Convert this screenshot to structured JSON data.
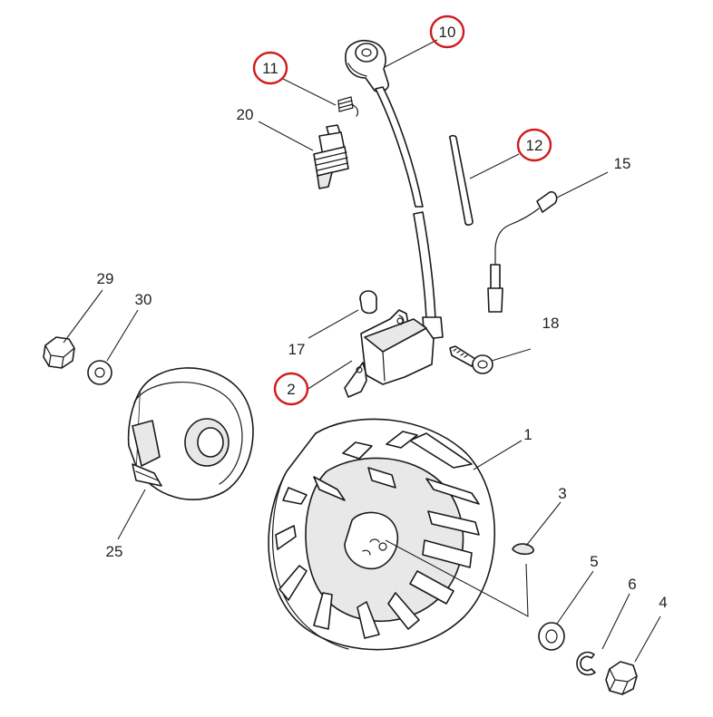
{
  "colors": {
    "highlight_ring": "#d11a1a",
    "line": "#1a1a1a",
    "label": "#222222"
  },
  "labels": {
    "p1": "1",
    "p2": "2",
    "p3": "3",
    "p4": "4",
    "p5": "5",
    "p6": "6",
    "p10": "10",
    "p11": "11",
    "p12": "12",
    "p15": "15",
    "p17": "17",
    "p18": "18",
    "p20": "20",
    "p25": "25",
    "p29": "29",
    "p30": "30"
  },
  "highlighted_parts": [
    "2",
    "10",
    "11",
    "12"
  ]
}
